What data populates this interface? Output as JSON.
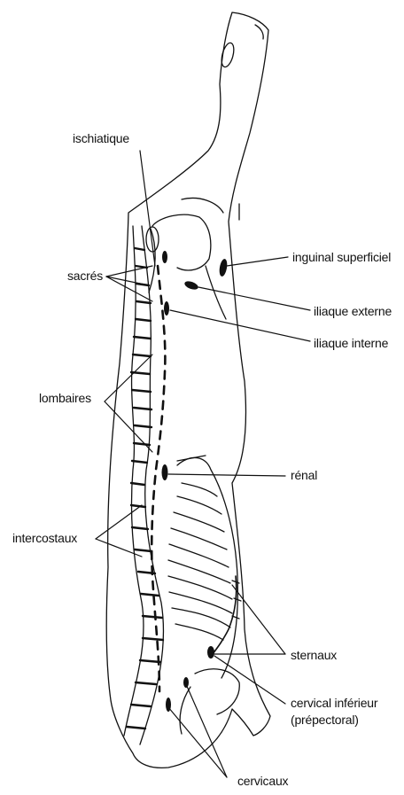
{
  "labels": {
    "ischiatique": "ischiatique",
    "inguinal_superficiel": "inguinal superficiel",
    "sacres": "sacrés",
    "iliaque_externe": "iliaque externe",
    "iliaque_interne": "iliaque interne",
    "lombaires": "lombaires",
    "renal": "rénal",
    "intercostaux": "intercostaux",
    "sternaux": "sternaux",
    "cervical_inferieur": "cervical inférieur",
    "prepectoral": "(prépectoral)",
    "cervicaux": "cervicaux"
  },
  "colors": {
    "ink": "#111111",
    "background": "#ffffff"
  }
}
